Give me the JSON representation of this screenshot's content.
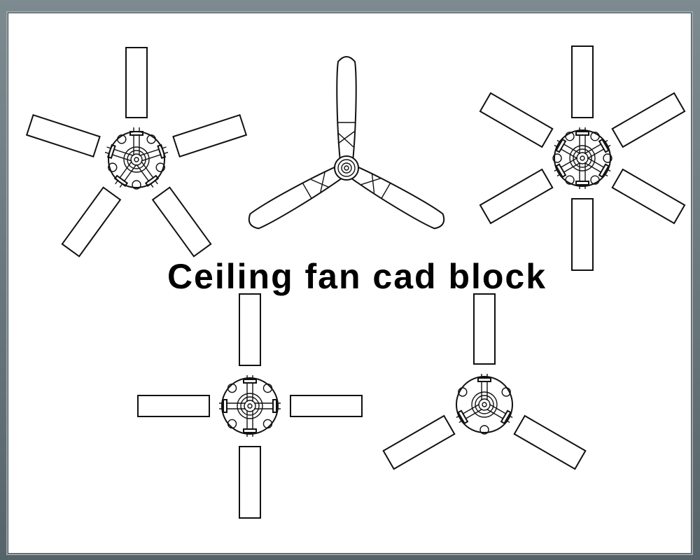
{
  "title": "Ceiling fan cad block",
  "fans": [
    {
      "name": "five-blade-fan",
      "blades": 5
    },
    {
      "name": "three-blade-propeller-fan",
      "blades": 3
    },
    {
      "name": "six-blade-fan",
      "blades": 6
    },
    {
      "name": "four-blade-fan",
      "blades": 4
    },
    {
      "name": "three-blade-fan",
      "blades": 3
    }
  ],
  "colors": {
    "frame": "#5f6e74",
    "paper": "#ffffff",
    "ink": "#111111"
  }
}
